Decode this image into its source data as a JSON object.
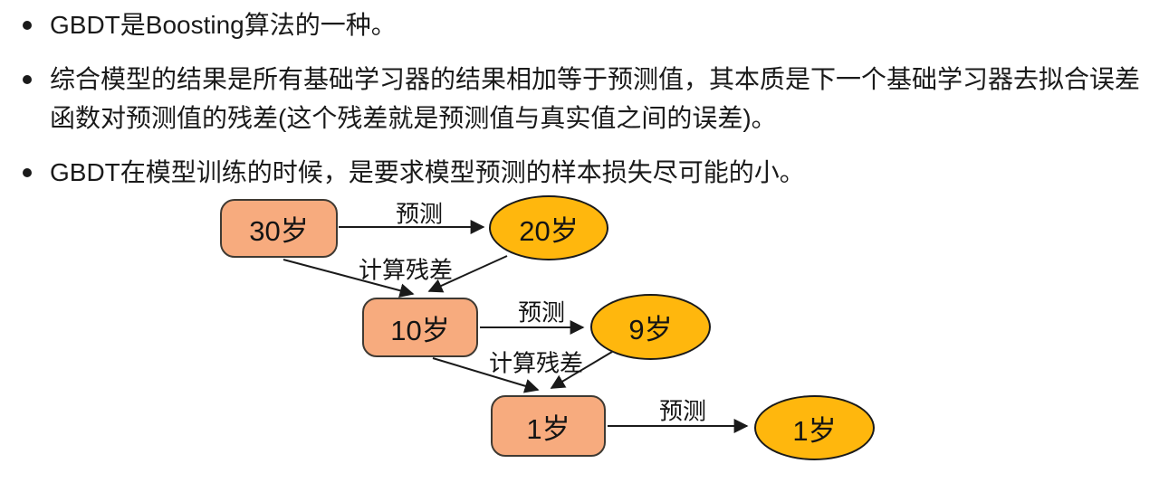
{
  "bullets": [
    {
      "text": "GBDT是Boosting算法的一种。"
    },
    {
      "text": "综合模型的结果是所有基础学习器的结果相加等于预测值，其本质是下一个基础学习器去拟合误差函数对预测值的残差(这个残差就是预测值与真实值之间的误差)。"
    },
    {
      "text": "GBDT在模型训练的时候，是要求模型预测的样本损失尽可能的小。"
    }
  ],
  "diagram": {
    "nodes": [
      {
        "id": "actual-30",
        "shape": "rounded-rect",
        "label": "30岁"
      },
      {
        "id": "predicted-20",
        "shape": "ellipse",
        "label": "20岁"
      },
      {
        "id": "residual-10",
        "shape": "rounded-rect",
        "label": "10岁"
      },
      {
        "id": "predicted-9",
        "shape": "ellipse",
        "label": "9岁"
      },
      {
        "id": "residual-1",
        "shape": "rounded-rect",
        "label": "1岁"
      },
      {
        "id": "predicted-1",
        "shape": "ellipse",
        "label": "1岁"
      }
    ],
    "edges": [
      {
        "from": "actual-30",
        "to": "predicted-20",
        "label": "预测"
      },
      {
        "from": "actual-30+predicted-20",
        "to": "residual-10",
        "label": "计算残差"
      },
      {
        "from": "residual-10",
        "to": "predicted-9",
        "label": "预测"
      },
      {
        "from": "residual-10+predicted-9",
        "to": "residual-1",
        "label": "计算残差"
      },
      {
        "from": "residual-1",
        "to": "predicted-1",
        "label": "预测"
      }
    ],
    "colors": {
      "box_fill": "#F7AB7E",
      "box_border": "#3f3a33",
      "ellipse_fill": "#FFB70D",
      "ellipse_border": "#1a1a1a",
      "arrow": "#1a1a1a",
      "text": "#1a1a1a",
      "background": "#ffffff"
    }
  }
}
